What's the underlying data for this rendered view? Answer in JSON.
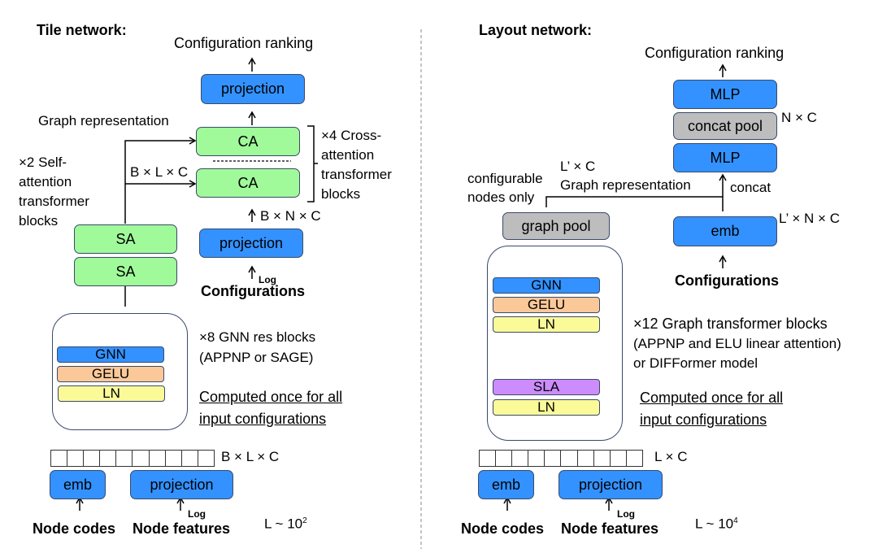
{
  "tile": {
    "title": "Tile network:",
    "output": "Configuration ranking",
    "top_projection": "projection",
    "graph_repr": "Graph representation",
    "ca_label": "CA",
    "ca_note": [
      "×4 Cross-",
      "attention",
      "transformer",
      "blocks"
    ],
    "sa_note": [
      "×2 Self-",
      "attention",
      "transformer",
      "blocks"
    ],
    "blc": "B × L × C",
    "bnc": "B × N × C",
    "sa_label": "SA",
    "config_projection": "projection",
    "log": "Log",
    "configurations": "Configurations",
    "gnn_block": {
      "gnn": "GNN",
      "gelu": "GELU",
      "ln": "LN"
    },
    "gnn_note": [
      "×8 GNN res blocks",
      "(APPNP or SAGE)"
    ],
    "computed_note": [
      "Computed once for all",
      "input configurations"
    ],
    "seq_label": "B × L × C",
    "emb": "emb",
    "projection": "projection",
    "node_codes": "Node codes",
    "node_features": "Node features",
    "l_scale": "L ~ 10",
    "l_exp": "2"
  },
  "layout": {
    "title": "Layout network:",
    "output": "Configuration ranking",
    "mlp_top": "MLP",
    "concat_pool": "concat pool",
    "mlp_bottom": "MLP",
    "nc": "N × C",
    "lc_prime": "L’ × C",
    "graph_repr": "Graph representation",
    "configurable": [
      "configurable",
      "nodes only"
    ],
    "concat": "concat",
    "graph_pool": "graph pool",
    "emb_config": "emb",
    "lnc": "L’ × N × C",
    "configurations": "Configurations",
    "block": {
      "gnn": "GNN",
      "gelu": "GELU",
      "ln1": "LN",
      "sla": "SLA",
      "ln2": "LN"
    },
    "block_note": [
      "×12 Graph transformer blocks",
      "(APPNP and ELU linear attention)",
      "or DIFFormer model"
    ],
    "computed_note": [
      "Computed once for all",
      "input configurations"
    ],
    "seq_label": "L × C",
    "emb": "emb",
    "projection": "projection",
    "log": "Log",
    "node_codes": "Node codes",
    "node_features": "Node features",
    "l_scale": "L ~ 10",
    "l_exp": "4"
  }
}
